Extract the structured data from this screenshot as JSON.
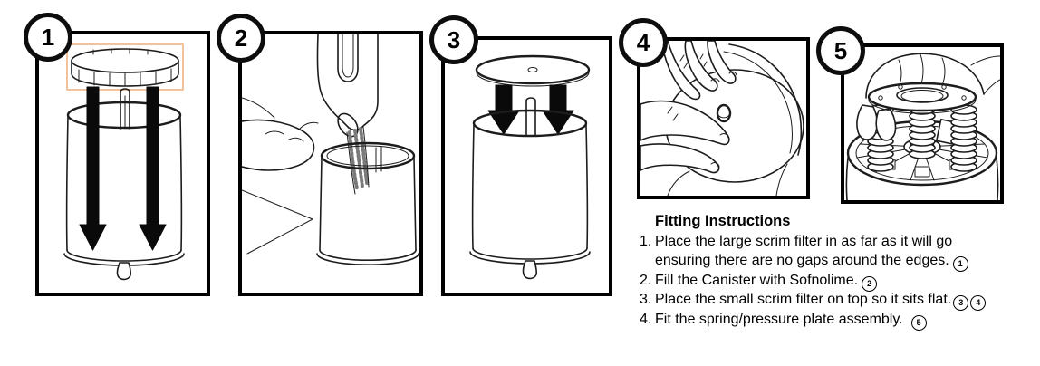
{
  "page": {
    "background": "#ffffff"
  },
  "colors": {
    "line": "#1c1c1c",
    "panel_border": "#000000",
    "highlight_box": "#f0c29d"
  },
  "panels": [
    {
      "badge": "1",
      "illustration": "large-scrim-filter-into-canister"
    },
    {
      "badge": "2",
      "illustration": "pour-sofnolime-into-canister"
    },
    {
      "badge": "3",
      "illustration": "small-scrim-filter-onto-canister"
    },
    {
      "badge": "4",
      "illustration": "hands-press-scrim-filter-flat"
    },
    {
      "badge": "5",
      "illustration": "fit-spring-pressure-plate-assembly"
    }
  ],
  "instructions": {
    "title": "Fitting Instructions",
    "items": [
      {
        "number": "1.",
        "lines": [
          "Place the large scrim filter in as far as it will go",
          "ensuring there are no gaps around the edges."
        ],
        "refs": [
          "1"
        ]
      },
      {
        "number": "2.",
        "lines": [
          "Fill the Canister with Sofnolime."
        ],
        "refs": [
          "2"
        ]
      },
      {
        "number": "3.",
        "lines": [
          "Place the small scrim filter on top so it sits flat."
        ],
        "refs": [
          "3",
          "4"
        ]
      },
      {
        "number": "4.",
        "lines": [
          "Fit the spring/pressure plate assembly."
        ],
        "refs": [
          "5"
        ]
      }
    ]
  }
}
